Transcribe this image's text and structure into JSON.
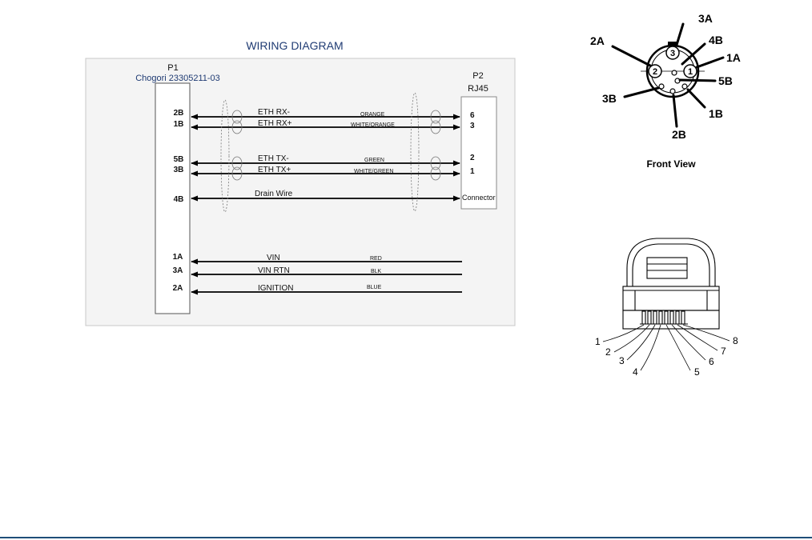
{
  "wiring": {
    "title": "WIRING DIAGRAM",
    "p1": {
      "ref": "P1",
      "part": "Chogori 23305211-03"
    },
    "p2": {
      "ref": "P2",
      "type": "RJ45",
      "connector_label": "Connector"
    },
    "pins": [
      "2B",
      "1B",
      "5B",
      "3B",
      "4B",
      "1A",
      "3A",
      "2A"
    ],
    "rj45_pins": [
      "6",
      "3",
      "2",
      "1"
    ],
    "signals": [
      "ETH RX-",
      "ETH RX+",
      "ETH TX-",
      "ETH TX+",
      "Drain Wire",
      "VIN",
      "VIN RTN",
      "IGNITION"
    ],
    "colors": [
      "ORANGE",
      "WHITE/ORANGE",
      "GREEN",
      "WHITE/GREEN",
      "RED",
      "BLK",
      "BLUE"
    ]
  },
  "front_view": {
    "caption": "Front View",
    "labels": [
      "3A",
      "4B",
      "2A",
      "1A",
      "5B",
      "3B",
      "1B",
      "2B"
    ],
    "insert_numbers": [
      "3",
      "2",
      "1"
    ]
  },
  "rj45_view": {
    "pin_numbers": [
      "1",
      "2",
      "3",
      "4",
      "5",
      "6",
      "7",
      "8"
    ]
  },
  "colors": {
    "title_blue": "#1f3b73",
    "panel_bg": "#f4f4f4",
    "rule": "#1f4e79"
  }
}
